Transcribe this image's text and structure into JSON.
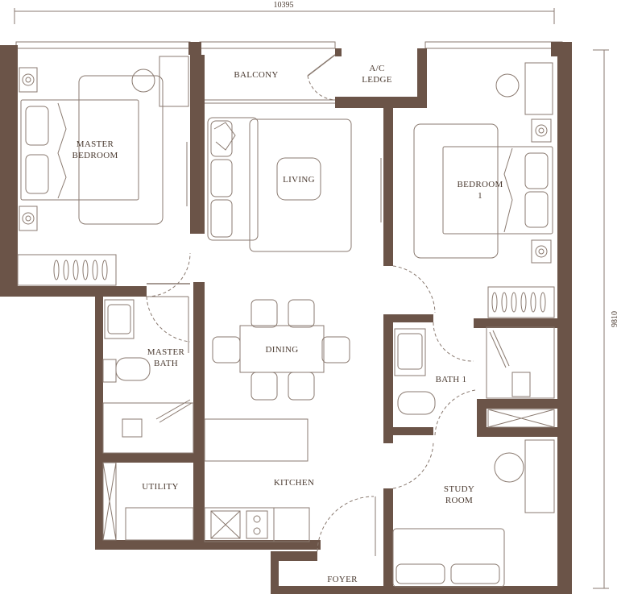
{
  "colors": {
    "wall": "#6b5448",
    "line": "#8a7a70",
    "fill": "#ffffff"
  },
  "dimensions": {
    "width": "10395",
    "height": "9810"
  },
  "rooms": {
    "balcony": "BALCONY",
    "ac_ledge_1": "A/C",
    "ac_ledge_2": "LEDGE",
    "master_bedroom_1": "MASTER",
    "master_bedroom_2": "BEDROOM",
    "living": "LIVING",
    "bedroom1_1": "BEDROOM",
    "bedroom1_2": "1",
    "master_bath_1": "MASTER",
    "master_bath_2": "BATH",
    "dining": "DINING",
    "bath1": "BATH 1",
    "utility": "UTILITY",
    "kitchen": "KITCHEN",
    "study_1": "STUDY",
    "study_2": "ROOM",
    "foyer": "FOYER"
  }
}
